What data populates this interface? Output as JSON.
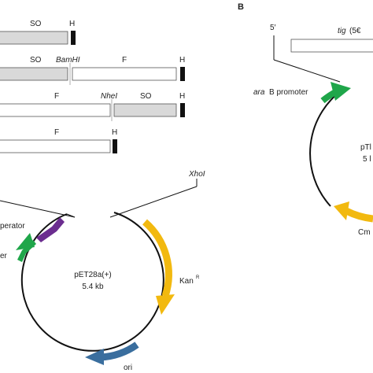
{
  "panel_b": {
    "label": "B",
    "five_prime": "5′",
    "tig_prefix": "tig",
    "tig_suffix": " (5€",
    "promoter_italic": "ara",
    "promoter_rest": "B promoter",
    "plasmid_partial_1": "pTl",
    "plasmid_partial_2": "5 l",
    "cm_partial": "Cm"
  },
  "constructs": [
    {
      "labels": [
        "SO",
        "H"
      ]
    },
    {
      "labels": [
        "SO",
        "BamHI",
        "F",
        "H"
      ]
    },
    {
      "labels": [
        "F",
        "NheI",
        "SO",
        "H"
      ]
    },
    {
      "labels": [
        "F",
        "H"
      ]
    }
  ],
  "plasmid_a": {
    "site": "XhoI",
    "name": "pET28a(+)",
    "size": "5.4 kb",
    "kan": "Kan",
    "kan_sup": "R",
    "ori": "ori",
    "operator_partial": "perator",
    "promoter_partial": "er"
  },
  "colors": {
    "so_fill": "#d9d9d9",
    "frag_fill": "#ffffff",
    "terminator": "#111111",
    "purple": "#6b2d8f",
    "green": "#1fa64a",
    "yellow": "#f2b90f",
    "blue": "#3a6e9e"
  }
}
